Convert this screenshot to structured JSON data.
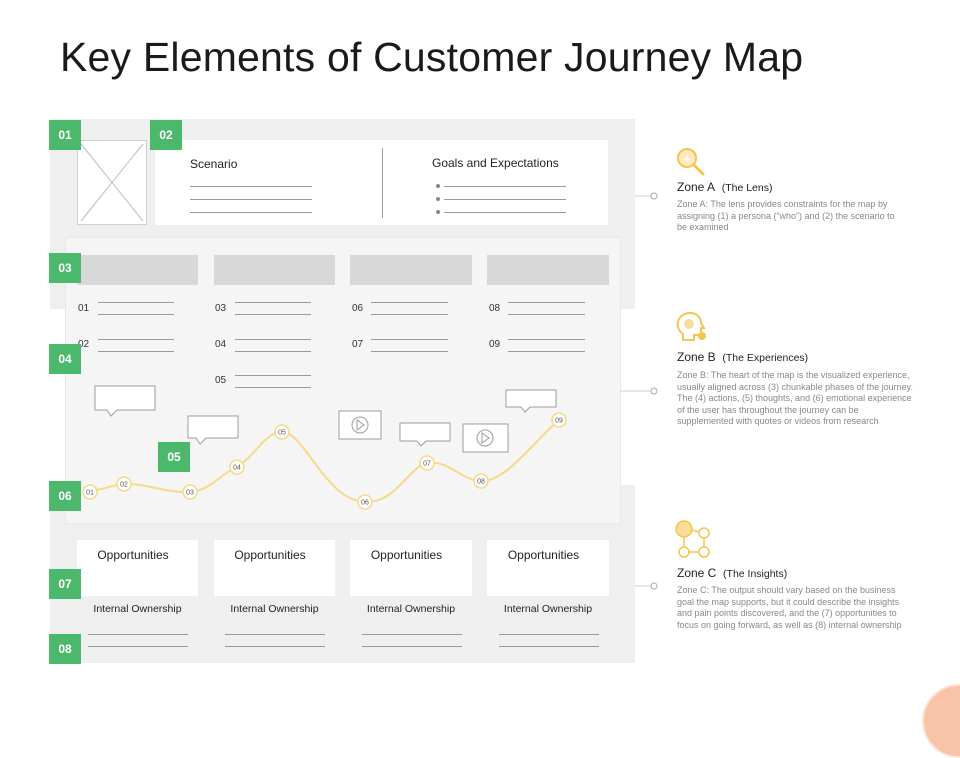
{
  "title": "Key Elements of Customer Journey Map",
  "badges": [
    "01",
    "02",
    "03",
    "04",
    "05",
    "06",
    "07",
    "08"
  ],
  "scenario_label": "Scenario",
  "goals_label": "Goals and Expectations",
  "step_numbers": [
    "01",
    "02",
    "03",
    "04",
    "05",
    "06",
    "07",
    "08",
    "09"
  ],
  "curve_points": [
    "01",
    "02",
    "03",
    "04",
    "05",
    "06",
    "07",
    "08",
    "09"
  ],
  "opportunities": [
    "Opportunities",
    "Opportunities",
    "Opportunities",
    "Opportunities"
  ],
  "ownership": [
    "Internal Ownership",
    "Internal Ownership",
    "Internal Ownership",
    "Internal Ownership"
  ],
  "zones": [
    {
      "name": "Zone A",
      "sub": "(The Lens)",
      "icon": "magnifier-icon",
      "desc": "Zone A: The lens provides constraints for the map by assigning (1) a persona (“who”) and (2) the scenario to be examined"
    },
    {
      "name": "Zone B",
      "sub": "(The Experiences)",
      "icon": "head-gear-icon",
      "desc": "Zone B: The heart of the map is the visualized experience, usually aligned across (3) chunkable phases of the journey. The (4) actions, (5) thoughts, and (6) emotional experience of the user has throughout the journey can be supplemented with quotes or videos from research"
    },
    {
      "name": "Zone C",
      "sub": "(The Insights)",
      "icon": "network-icon",
      "desc": "Zone C: The output should vary based on the business goal the map supports, but it could describe the insights and pain points discovered, and the (7) opportunities to focus on going forward, as well as (8) internal ownership"
    }
  ],
  "colors": {
    "badge": "#4cb86c",
    "curve": "#f7d98a",
    "accent": "#f5c451",
    "panel": "#efefef"
  }
}
